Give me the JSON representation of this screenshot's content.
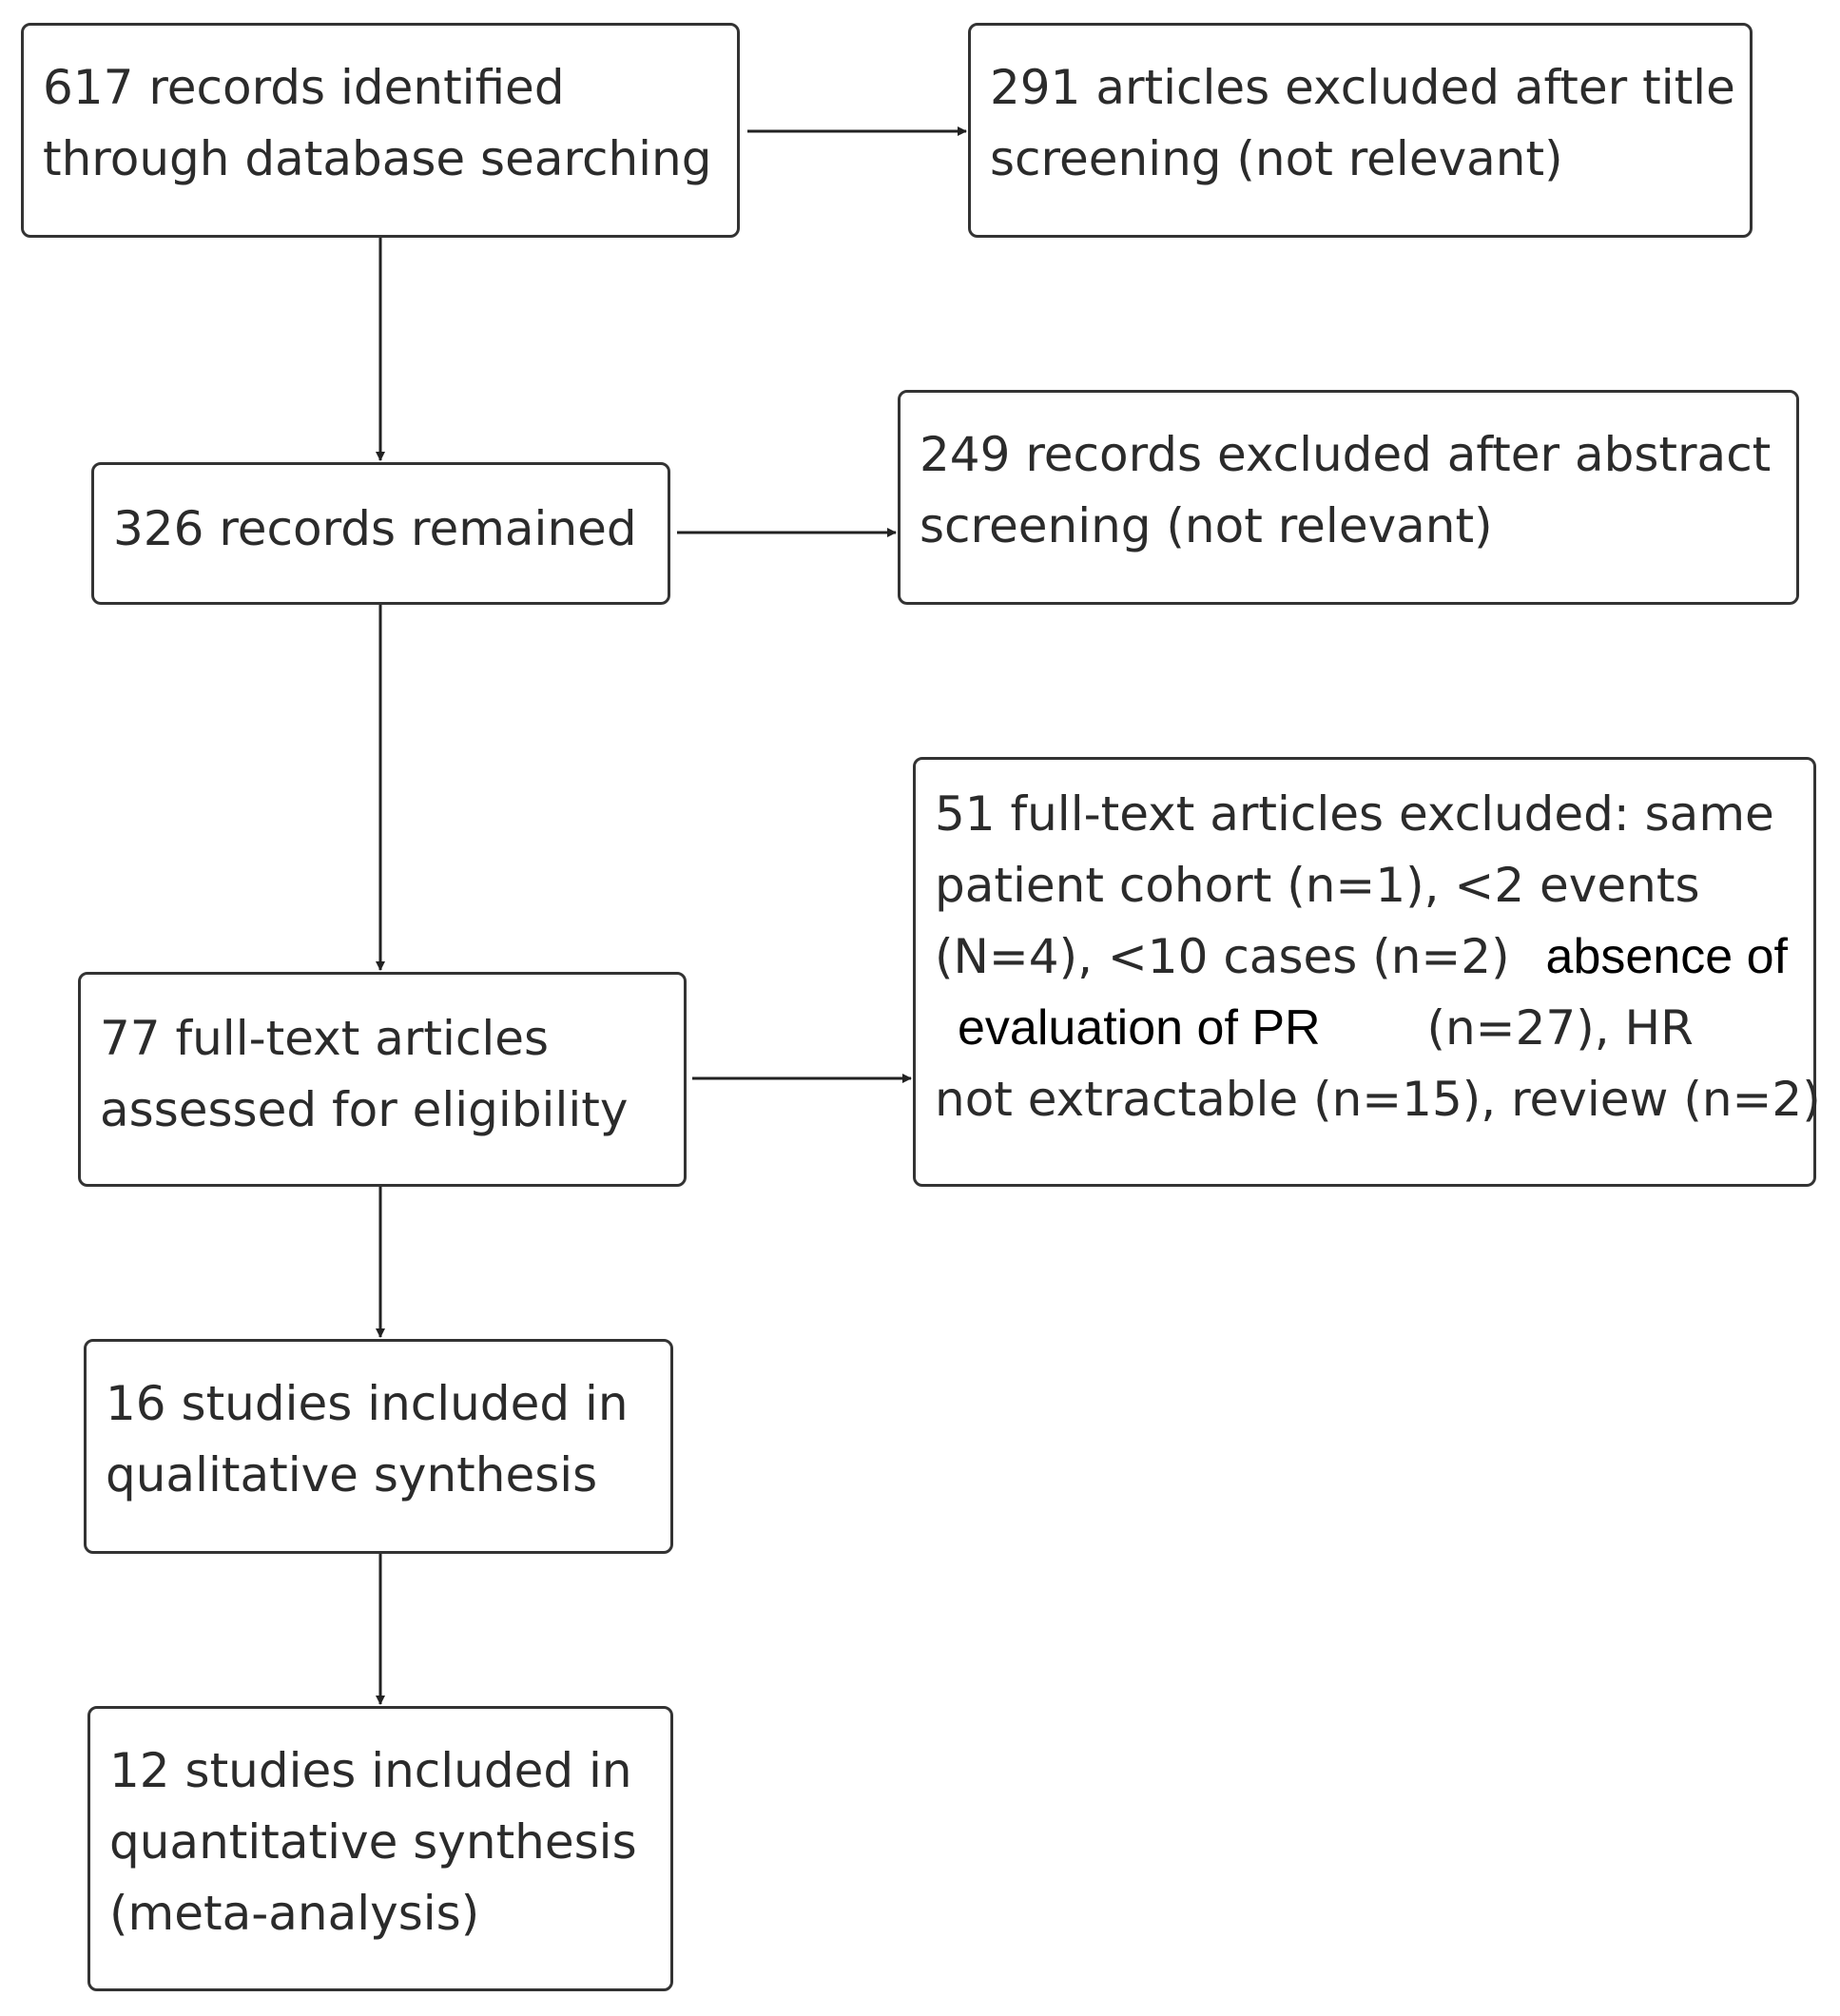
{
  "boxes": {
    "identified": {
      "line1": "617 records identified",
      "line2": "through database searching"
    },
    "excluded_title": {
      "line1": "291 articles excluded after title",
      "line2": "screening (not relevant)"
    },
    "remained": {
      "line1": "326 records remained"
    },
    "excluded_abstract": {
      "line1": "249 records excluded after abstract",
      "line2": "screening (not relevant)"
    },
    "fulltext": {
      "line1": "77 full-text articles",
      "line2": "assessed for eligibility"
    },
    "excluded_fulltext": {
      "line1": "51 full-text articles excluded: same",
      "line2": "patient cohort (n=1), <2 events",
      "line3a": "(N=4), <10 cases (n=2)",
      "line3b": "absence of",
      "line4a": "evaluation of PR",
      "line4b": "(n=27), HR",
      "line5": "not extractable (n=15), review (n=2)"
    },
    "qualitative": {
      "line1": "16 studies included in",
      "line2": "qualitative synthesis"
    },
    "quantitative": {
      "line1": "12 studies included in",
      "line2": "quantitative synthesis",
      "line3": "(meta-analysis)"
    }
  }
}
